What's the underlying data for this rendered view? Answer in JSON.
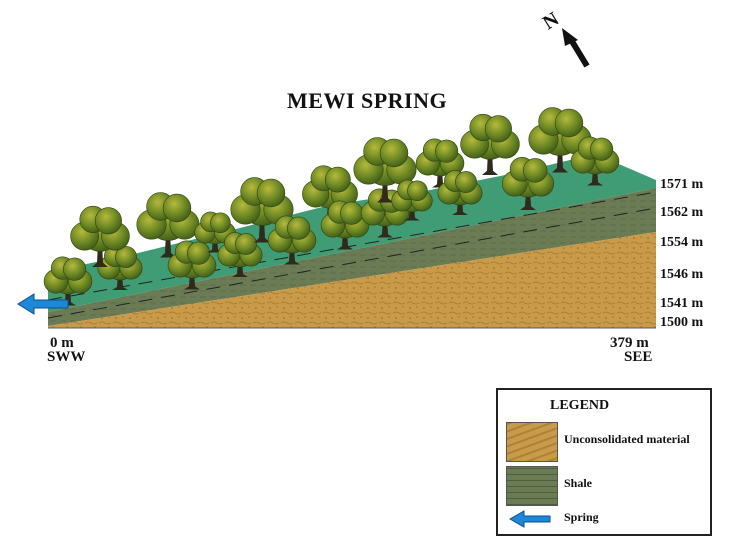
{
  "title": "MEWI SPRING",
  "elevations": [
    "1571 m",
    "1562 m",
    "1554 m",
    "1546 m",
    "1541 m",
    "1500 m"
  ],
  "left_distance": "0 m",
  "left_direction": "SWW",
  "right_distance": "379 m",
  "right_direction": "SEE",
  "north_label": "N",
  "legend": {
    "title": "LEGEND",
    "items": [
      {
        "label": "Unconsolidated material",
        "color": "#c99b49"
      },
      {
        "label": "Shale",
        "color": "#6b7c55"
      },
      {
        "label": "Spring",
        "color": "#1e88d8"
      }
    ]
  },
  "colors": {
    "vegetation": "#3f9c74",
    "shale": "#6b7c55",
    "unconsolidated": "#c99b49",
    "tree_foliage": "#6f8a24",
    "tree_trunk": "#2f2a1c",
    "spring_arrow": "#1e88d8"
  }
}
